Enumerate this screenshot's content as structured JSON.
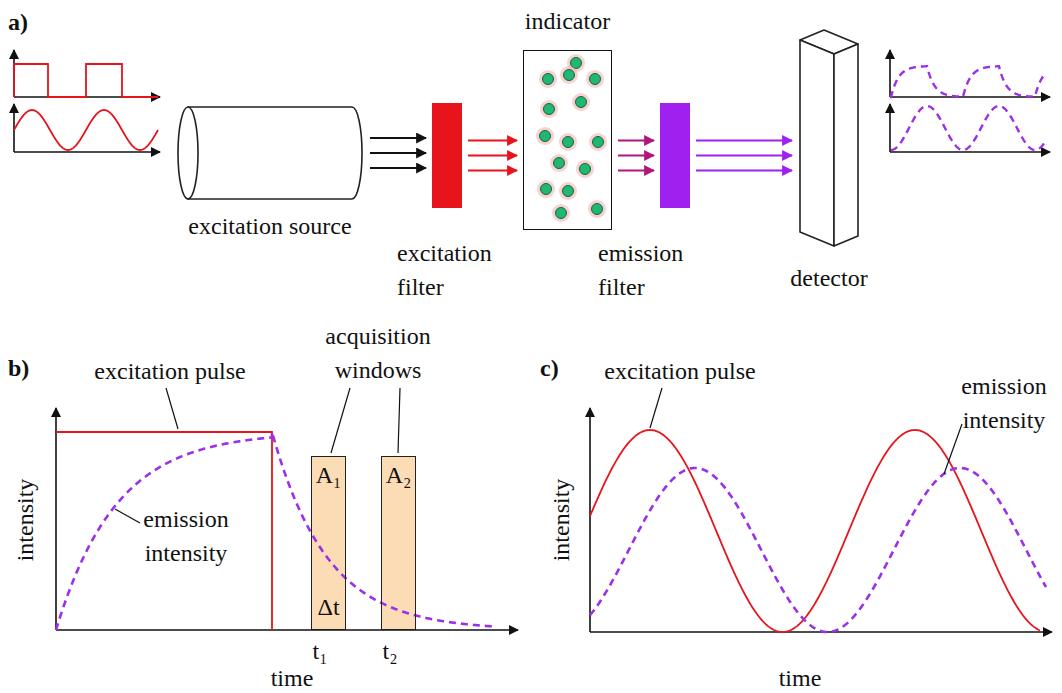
{
  "diagram": {
    "nodes": [
      {
        "text": [
          "excitation source"
        ]
      },
      {
        "text": [
          "excitation filter"
        ]
      },
      {
        "text": [
          "indicator"
        ]
      },
      {
        "text": [
          "emission filter"
        ]
      },
      {
        "text": [
          "detector"
        ]
      },
      {
        "text": [
          "A₁",
          "Δt"
        ]
      },
      {
        "text": [
          "A₂"
        ]
      }
    ],
    "edges": [
      {
        "from": 0,
        "to": 1,
        "arrow": "to"
      },
      {
        "from": 1,
        "to": 2,
        "arrow": "to"
      },
      {
        "from": 2,
        "to": 3,
        "arrow": "to"
      },
      {
        "from": 3,
        "to": 4,
        "arrow": "to"
      }
    ],
    "labels": [
      "a)",
      "b)",
      "excitation pulse",
      "acquisition windows",
      "emission intensity",
      "intensity",
      "time",
      "t₁",
      "t₂",
      "c)",
      "excitation pulse",
      "emission intensity",
      "intensity",
      "time"
    ]
  }
}
